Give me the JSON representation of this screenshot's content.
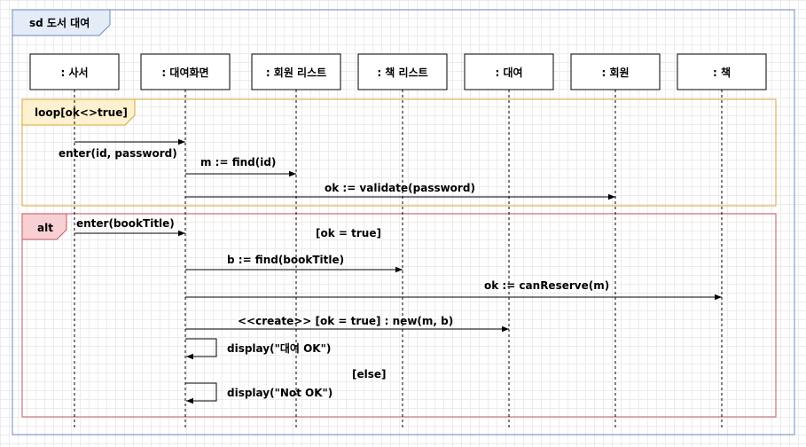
{
  "frame": {
    "title": "sd 도서 대여"
  },
  "lifelines": [
    {
      "id": "librarian",
      "label": ": 사서"
    },
    {
      "id": "rental_screen",
      "label": ": 대여화면"
    },
    {
      "id": "member_list",
      "label": ": 회원 리스트"
    },
    {
      "id": "book_list",
      "label": ": 책 리스트"
    },
    {
      "id": "rental",
      "label": ": 대여"
    },
    {
      "id": "member",
      "label": ": 회원"
    },
    {
      "id": "book",
      "label": ": 책"
    }
  ],
  "fragments": {
    "loop": {
      "label": "loop[ok<>true]",
      "color": "#d8a63a",
      "fill": "#fdf1cf"
    },
    "alt": {
      "label": "alt",
      "color": "#c45a60",
      "fill": "#f8cfd2",
      "guard_true": "[ok = true]",
      "guard_else": "[else]"
    }
  },
  "messages": [
    {
      "label": "enter(id, password)"
    },
    {
      "label": "m := find(id)"
    },
    {
      "label": "ok := validate(password)"
    },
    {
      "label": "enter(bookTitle)"
    },
    {
      "label": "b := find(bookTitle)"
    },
    {
      "label": "ok := canReserve(m)"
    },
    {
      "label": "<<create>> [ok = true] : new(m, b)"
    },
    {
      "label": "display(\"대여 OK\")"
    },
    {
      "label": "display(\"Not OK\")"
    }
  ],
  "colors": {
    "frame_border": "#6d8fbf",
    "frame_tab": "#e4ecf8",
    "line": "#000000"
  }
}
